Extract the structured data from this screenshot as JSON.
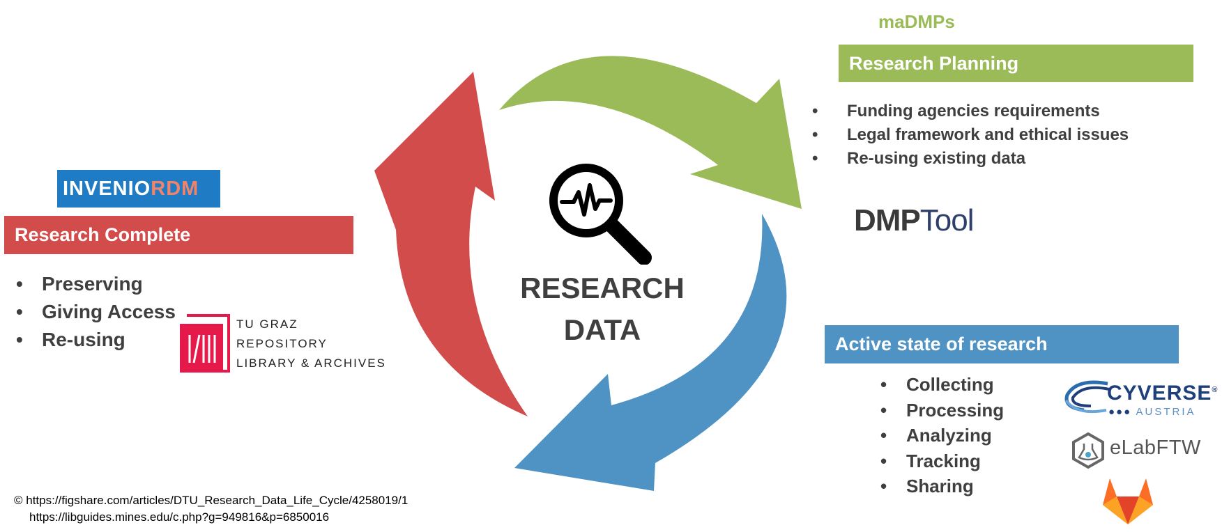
{
  "center": {
    "line1": "RESEARCH",
    "line2": "DATA",
    "icon": "magnifier-pulse-icon"
  },
  "madmps": "maDMPs",
  "planning": {
    "title": "Research Planning",
    "items": [
      "Funding agencies requirements",
      "Legal framework and ethical issues",
      "Re-using existing data"
    ],
    "color": "#9bbb59"
  },
  "dmptool": {
    "part1": "DMP",
    "part2": "Tool"
  },
  "complete": {
    "title": "Research Complete",
    "items": [
      "Preserving",
      "Giving Access",
      "Re-using"
    ],
    "color": "#d24c4c"
  },
  "invenio": {
    "part1": "INVENIO",
    "part2": "RDM",
    "color": "#1f7cc4"
  },
  "tugraz": {
    "line1": "TU GRAZ",
    "line2": "REPOSITORY",
    "line3": "LIBRARY & ARCHIVES",
    "color": "#e6194b"
  },
  "active": {
    "title": "Active state of research",
    "items": [
      "Collecting",
      "Processing",
      "Analyzing",
      "Tracking",
      "Sharing"
    ],
    "color": "#4f93c4"
  },
  "cyverse": {
    "name": "CYVERSE",
    "mark": "®",
    "sub": "AUSTRIA"
  },
  "elab": {
    "name": "eLabFTW"
  },
  "gitlab": {
    "icon": "gitlab-fox-icon"
  },
  "copyright": {
    "line1": "© https://figshare.com/articles/DTU_Research_Data_Life_Cycle/4258019/1",
    "line2": "https://libguides.mines.edu/c.php?g=949816&p=6850016"
  }
}
